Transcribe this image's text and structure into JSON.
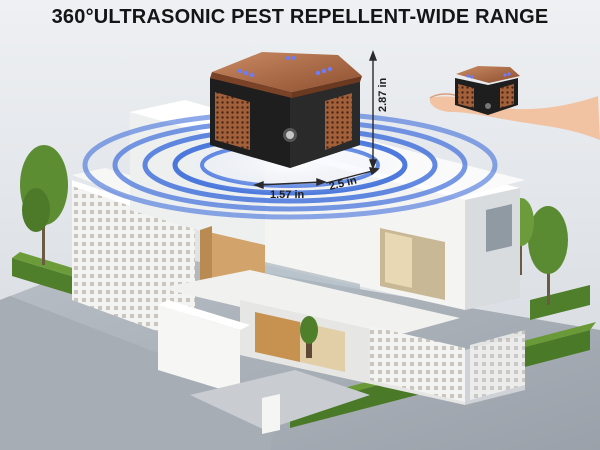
{
  "headline": "360°ULTRASONIC PEST REPELLENT-WIDE RANGE",
  "dimensions": {
    "height": "2.87 in",
    "depth": "1.57 in",
    "width": "2.5 in"
  },
  "colors": {
    "device_body": "#1e1e1e",
    "device_accent": "#b06a43",
    "sound_wave": "#2f63d8",
    "led": "#6b7cff",
    "hedge": "#4f7f2a"
  },
  "icons": [
    "device-product-icon",
    "speaker-grille-icon",
    "sound-wave-icon",
    "hand-icon",
    "house-icon",
    "tree-icon"
  ]
}
